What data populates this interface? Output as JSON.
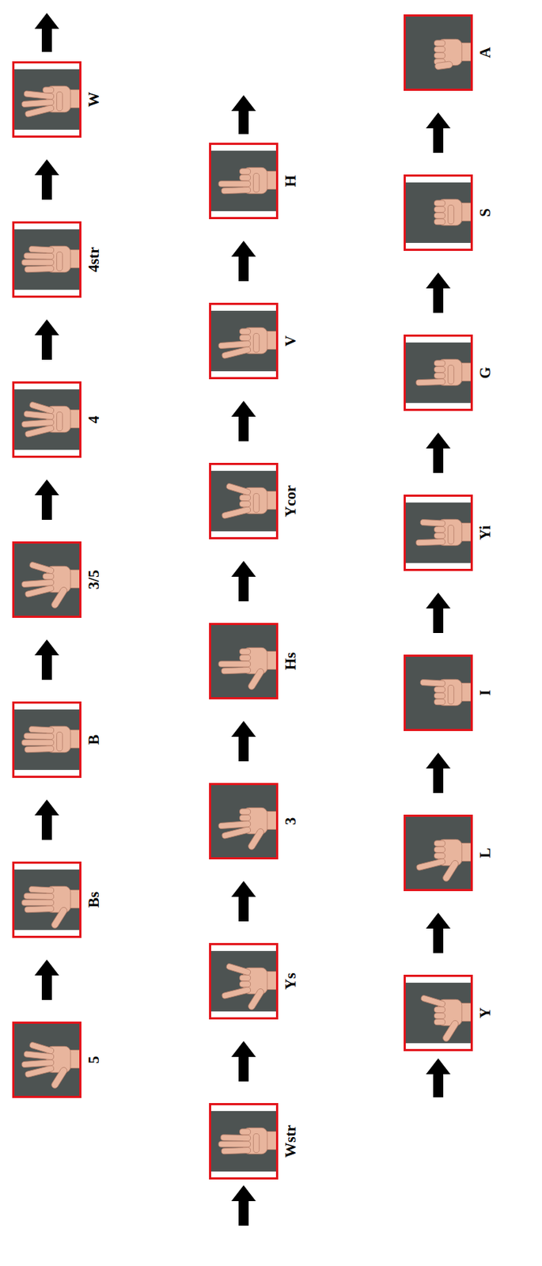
{
  "diagram": {
    "nodes": [
      {
        "text": [
          "5"
        ]
      },
      {
        "text": [
          "Bs"
        ]
      },
      {
        "text": [
          "B"
        ]
      },
      {
        "text": [
          "3/5"
        ]
      },
      {
        "text": [
          "4"
        ]
      },
      {
        "text": [
          "4str"
        ]
      },
      {
        "text": [
          "W"
        ]
      },
      {
        "text": [
          "Wstr"
        ]
      },
      {
        "text": [
          "Ys"
        ]
      },
      {
        "text": [
          "3"
        ]
      },
      {
        "text": [
          "Hs"
        ]
      },
      {
        "text": [
          "Ycor"
        ]
      },
      {
        "text": [
          "V"
        ]
      },
      {
        "text": [
          "H"
        ]
      },
      {
        "text": [
          "Y"
        ]
      },
      {
        "text": [
          "L"
        ]
      },
      {
        "text": [
          "I"
        ]
      },
      {
        "text": [
          "Yi"
        ]
      },
      {
        "text": [
          "G"
        ]
      },
      {
        "text": [
          "S"
        ]
      },
      {
        "text": [
          "A"
        ]
      }
    ],
    "edges": [
      {
        "from": 0,
        "to": 1,
        "arrow": "to"
      },
      {
        "from": 1,
        "to": 2,
        "arrow": "to"
      },
      {
        "from": 2,
        "to": 3,
        "arrow": "to"
      },
      {
        "from": 3,
        "to": 4,
        "arrow": "to"
      },
      {
        "from": 4,
        "to": 5,
        "arrow": "to"
      },
      {
        "from": 5,
        "to": 6,
        "arrow": "to"
      },
      {
        "from": 7,
        "to": 8,
        "arrow": "to"
      },
      {
        "from": 8,
        "to": 9,
        "arrow": "to"
      },
      {
        "from": 9,
        "to": 10,
        "arrow": "to"
      },
      {
        "from": 10,
        "to": 11,
        "arrow": "to"
      },
      {
        "from": 11,
        "to": 12,
        "arrow": "to"
      },
      {
        "from": 12,
        "to": 13,
        "arrow": "to"
      },
      {
        "from": 14,
        "to": 15,
        "arrow": "to"
      },
      {
        "from": 15,
        "to": 16,
        "arrow": "to"
      },
      {
        "from": 16,
        "to": 17,
        "arrow": "to"
      },
      {
        "from": 17,
        "to": 18,
        "arrow": "to"
      },
      {
        "from": 18,
        "to": 19,
        "arrow": "to"
      },
      {
        "from": 19,
        "to": 20,
        "arrow": "to"
      }
    ]
  }
}
